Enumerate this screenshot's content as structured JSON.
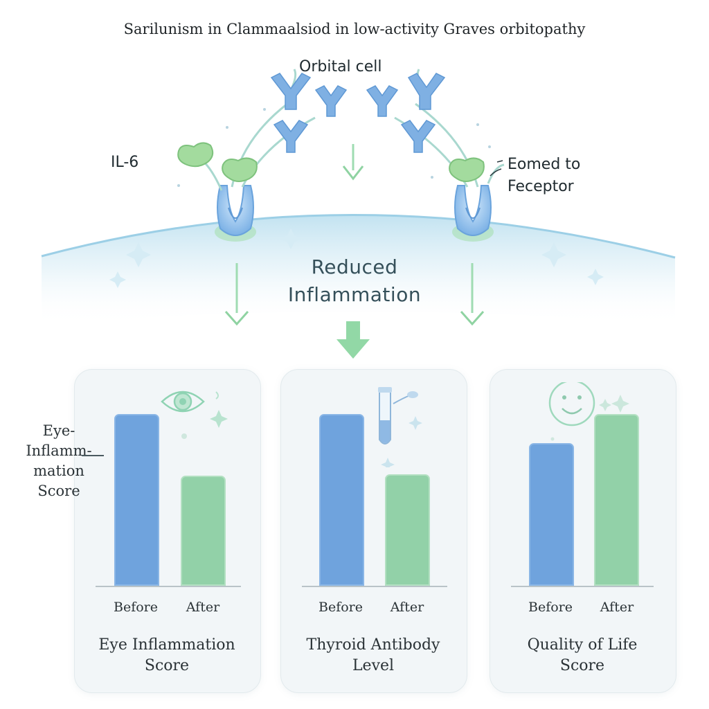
{
  "title": "Sarilunism in Clammaalsiod in low-activity Graves orbitopathy",
  "labels": {
    "orbital_cell": "Orbital cell",
    "il6": "IL-6",
    "bound_receptor_line1": "Eomed to",
    "bound_receptor_line2": "Feceptor",
    "reduced_line1": "Reduced",
    "reduced_line2": "Inflammation",
    "side_line1": "Eye-",
    "side_line2": "Inflamm-",
    "side_line3": "mation",
    "side_line4": "Score"
  },
  "colors": {
    "before_bar": "#6fa3dd",
    "after_bar": "#92d1a8",
    "antibody": "#7fb0e3",
    "il6": "#9dd69a",
    "arrow": "#8fd3a2",
    "membrane": "#c9e6f2"
  },
  "panels": [
    {
      "icon": "eye-icon",
      "title_line1": "Eye Inflammation",
      "title_line2": "Score",
      "before_label": "Before",
      "after_label": "After"
    },
    {
      "icon": "test-tube-icon",
      "title_line1": "Thyroid Antibody",
      "title_line2": "Level",
      "before_label": "Before",
      "after_label": "After"
    },
    {
      "icon": "smiley-face-icon",
      "title_line1": "Quality of Life",
      "title_line2": "Score",
      "before_label": "Before",
      "after_label": "After"
    }
  ],
  "chart_data": [
    {
      "type": "bar",
      "categories": [
        "Before",
        "After"
      ],
      "values": [
        100,
        64
      ]
    },
    {
      "type": "bar",
      "categories": [
        "Before",
        "After"
      ],
      "values": [
        100,
        65
      ]
    },
    {
      "type": "bar",
      "categories": [
        "Before",
        "After"
      ],
      "values": [
        83,
        100
      ]
    }
  ]
}
